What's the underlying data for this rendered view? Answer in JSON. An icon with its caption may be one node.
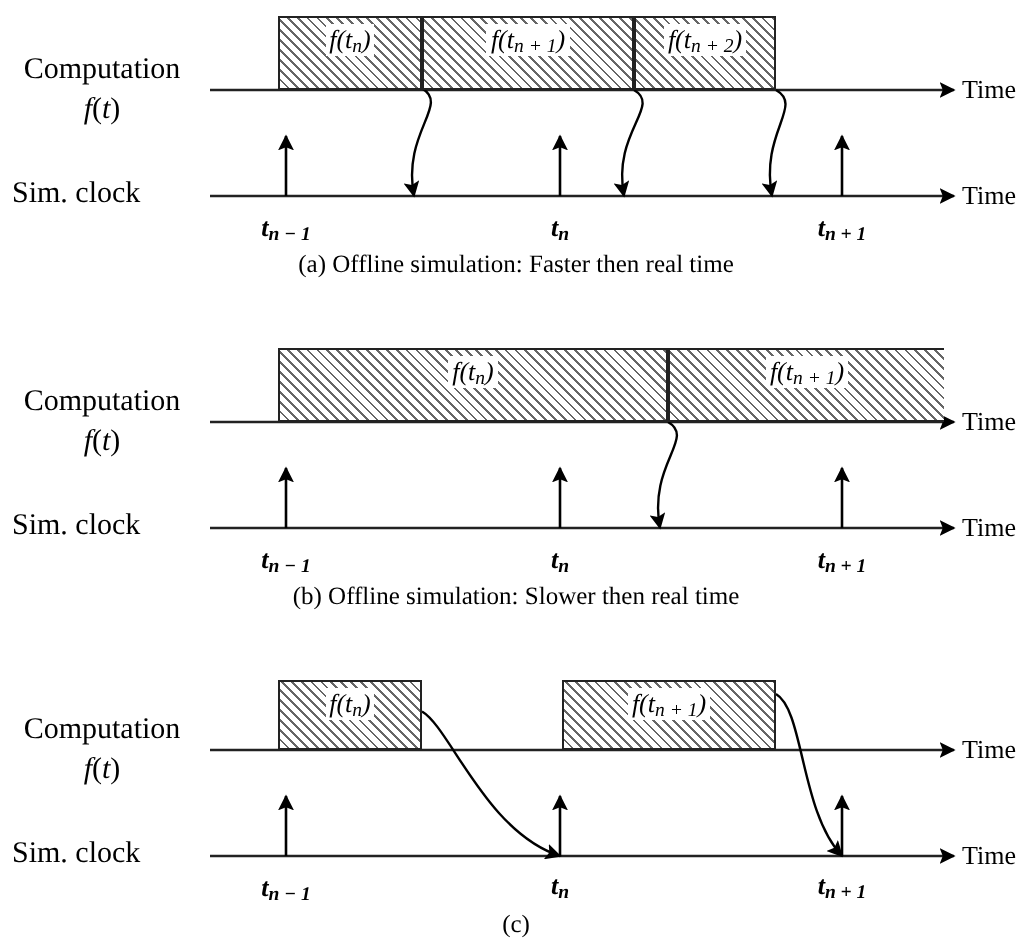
{
  "diagram": {
    "nodes": [
      {
        "text": [
          "f(t$_{n}$)"
        ]
      },
      {
        "text": [
          "f(t$_{n + 1}$)"
        ]
      },
      {
        "text": [
          "f(t$_{n + 2}$)"
        ]
      },
      {
        "text": [
          "f(t$_{n}$)"
        ]
      },
      {
        "text": [
          "f(t$_{n + 1}$)"
        ]
      },
      {
        "text": [
          "f(t$_{n}$)"
        ]
      },
      {
        "text": [
          "f(t$_{n + 1}$)"
        ]
      },
      {
        "text": [
          "t$_{n}$"
        ]
      },
      {
        "text": [
          "t$_{n + 1}$"
        ]
      }
    ],
    "edges": [
      {
        "from": 0,
        "to": null,
        "arrow": "to"
      },
      {
        "from": 1,
        "to": null,
        "arrow": "to"
      },
      {
        "from": 2,
        "to": null,
        "arrow": "to"
      },
      {
        "from": 3,
        "to": null,
        "arrow": "to"
      },
      {
        "from": 5,
        "to": 7,
        "arrow": "to"
      },
      {
        "from": 6,
        "to": 8,
        "arrow": "to"
      }
    ],
    "labels": [
      "Computation *f*(*t*)",
      "Time",
      "Sim. clock",
      "Time",
      "t$_{n − 1}$",
      "t$_{n}$",
      "t$_{n + 1}$",
      "(a) Offline simulation: Faster then real time",
      "Computation *f*(*t*)",
      "Time",
      "Sim. clock",
      "Time",
      "t$_{n − 1}$",
      "t$_{n}$",
      "t$_{n + 1}$",
      "(b) Offline simulation: Slower then real time",
      "Computation *f*(*t*)",
      "Time",
      "Sim. clock",
      "Time",
      "t$_{n − 1}$",
      "(c)"
    ]
  }
}
